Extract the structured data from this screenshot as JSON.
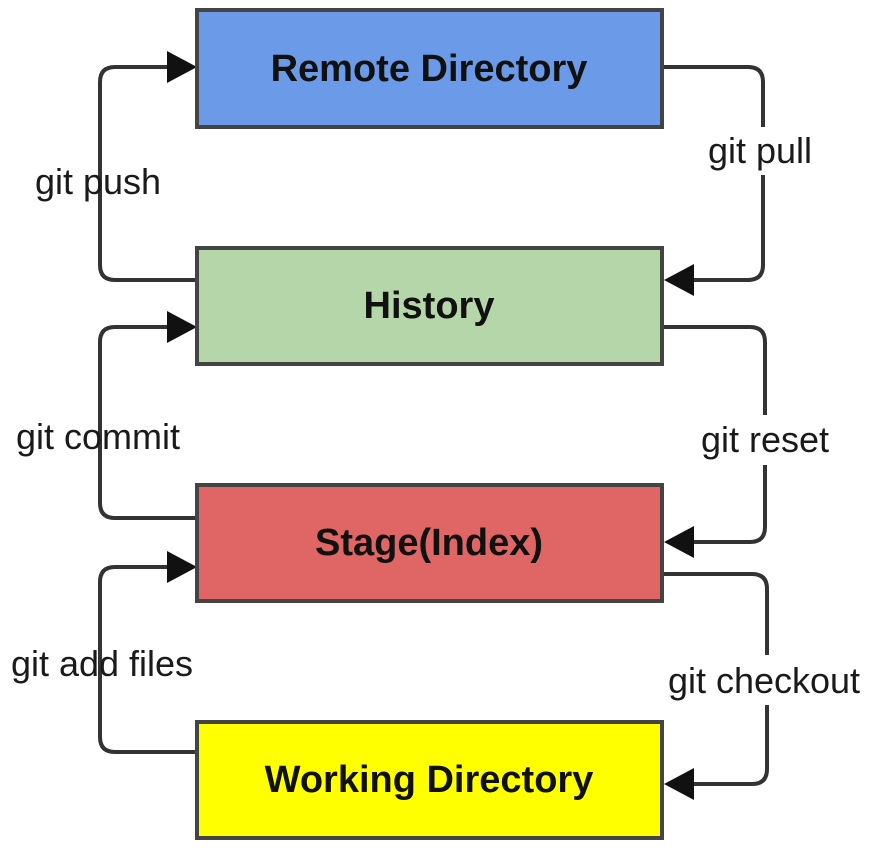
{
  "nodes": [
    {
      "id": "remote",
      "label": "Remote Directory",
      "color": "#6a9ae8"
    },
    {
      "id": "history",
      "label": "History",
      "color": "#b5d6a8"
    },
    {
      "id": "stage",
      "label": "Stage(Index)",
      "color": "#e06666"
    },
    {
      "id": "working",
      "label": "Working Directory",
      "color": "#ffff00"
    }
  ],
  "edges": [
    {
      "from": "history",
      "to": "remote",
      "label": "git push"
    },
    {
      "from": "remote",
      "to": "history",
      "label": "git pull"
    },
    {
      "from": "stage",
      "to": "history",
      "label": "git commit"
    },
    {
      "from": "history",
      "to": "stage",
      "label": "git reset"
    },
    {
      "from": "working",
      "to": "stage",
      "label": "git add files"
    },
    {
      "from": "stage",
      "to": "working",
      "label": "git checkout"
    }
  ]
}
